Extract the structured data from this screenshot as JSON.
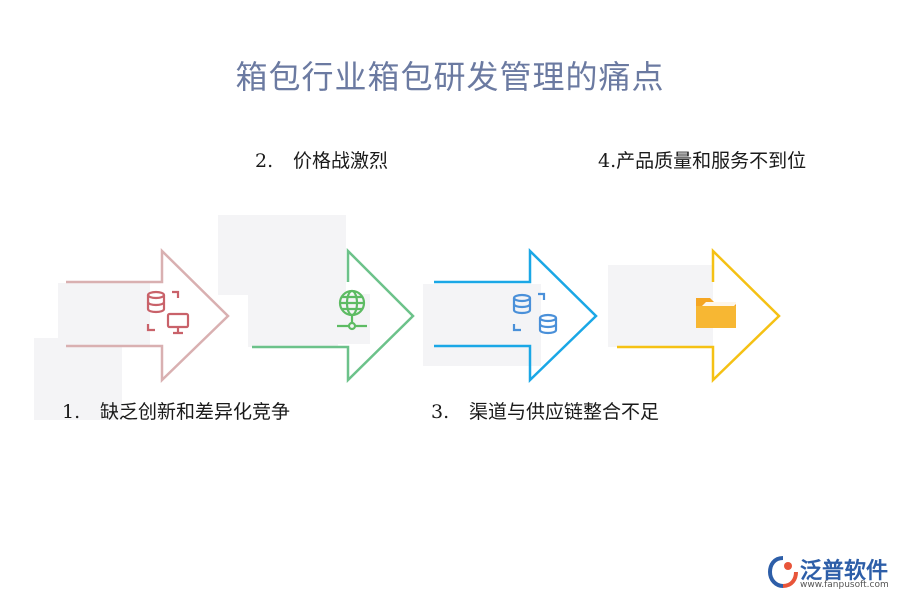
{
  "title": "箱包行业箱包研发管理的痛点",
  "items": [
    {
      "num": "1.",
      "text": "缺乏创新和差异化竞争",
      "color": "#d9b0b1",
      "icon": "database-monitor-icon",
      "icon_color": "#c9626a"
    },
    {
      "num": "2.",
      "text": "价格战激烈",
      "color": "#6cc28a",
      "icon": "globe-network-icon",
      "icon_color": "#5dbb63"
    },
    {
      "num": "3.",
      "text": "渠道与供应链整合不足",
      "color": "#1aa7e6",
      "icon": "database-sync-icon",
      "icon_color": "#4a90d9"
    },
    {
      "num": "4.",
      "text": "产品质量和服务不到位",
      "color": "#f5c114",
      "icon": "folder-icon",
      "icon_color": "#f5a623"
    }
  ],
  "logo": {
    "brand": "泛普软件",
    "url": "www.fanpusoft.com"
  }
}
